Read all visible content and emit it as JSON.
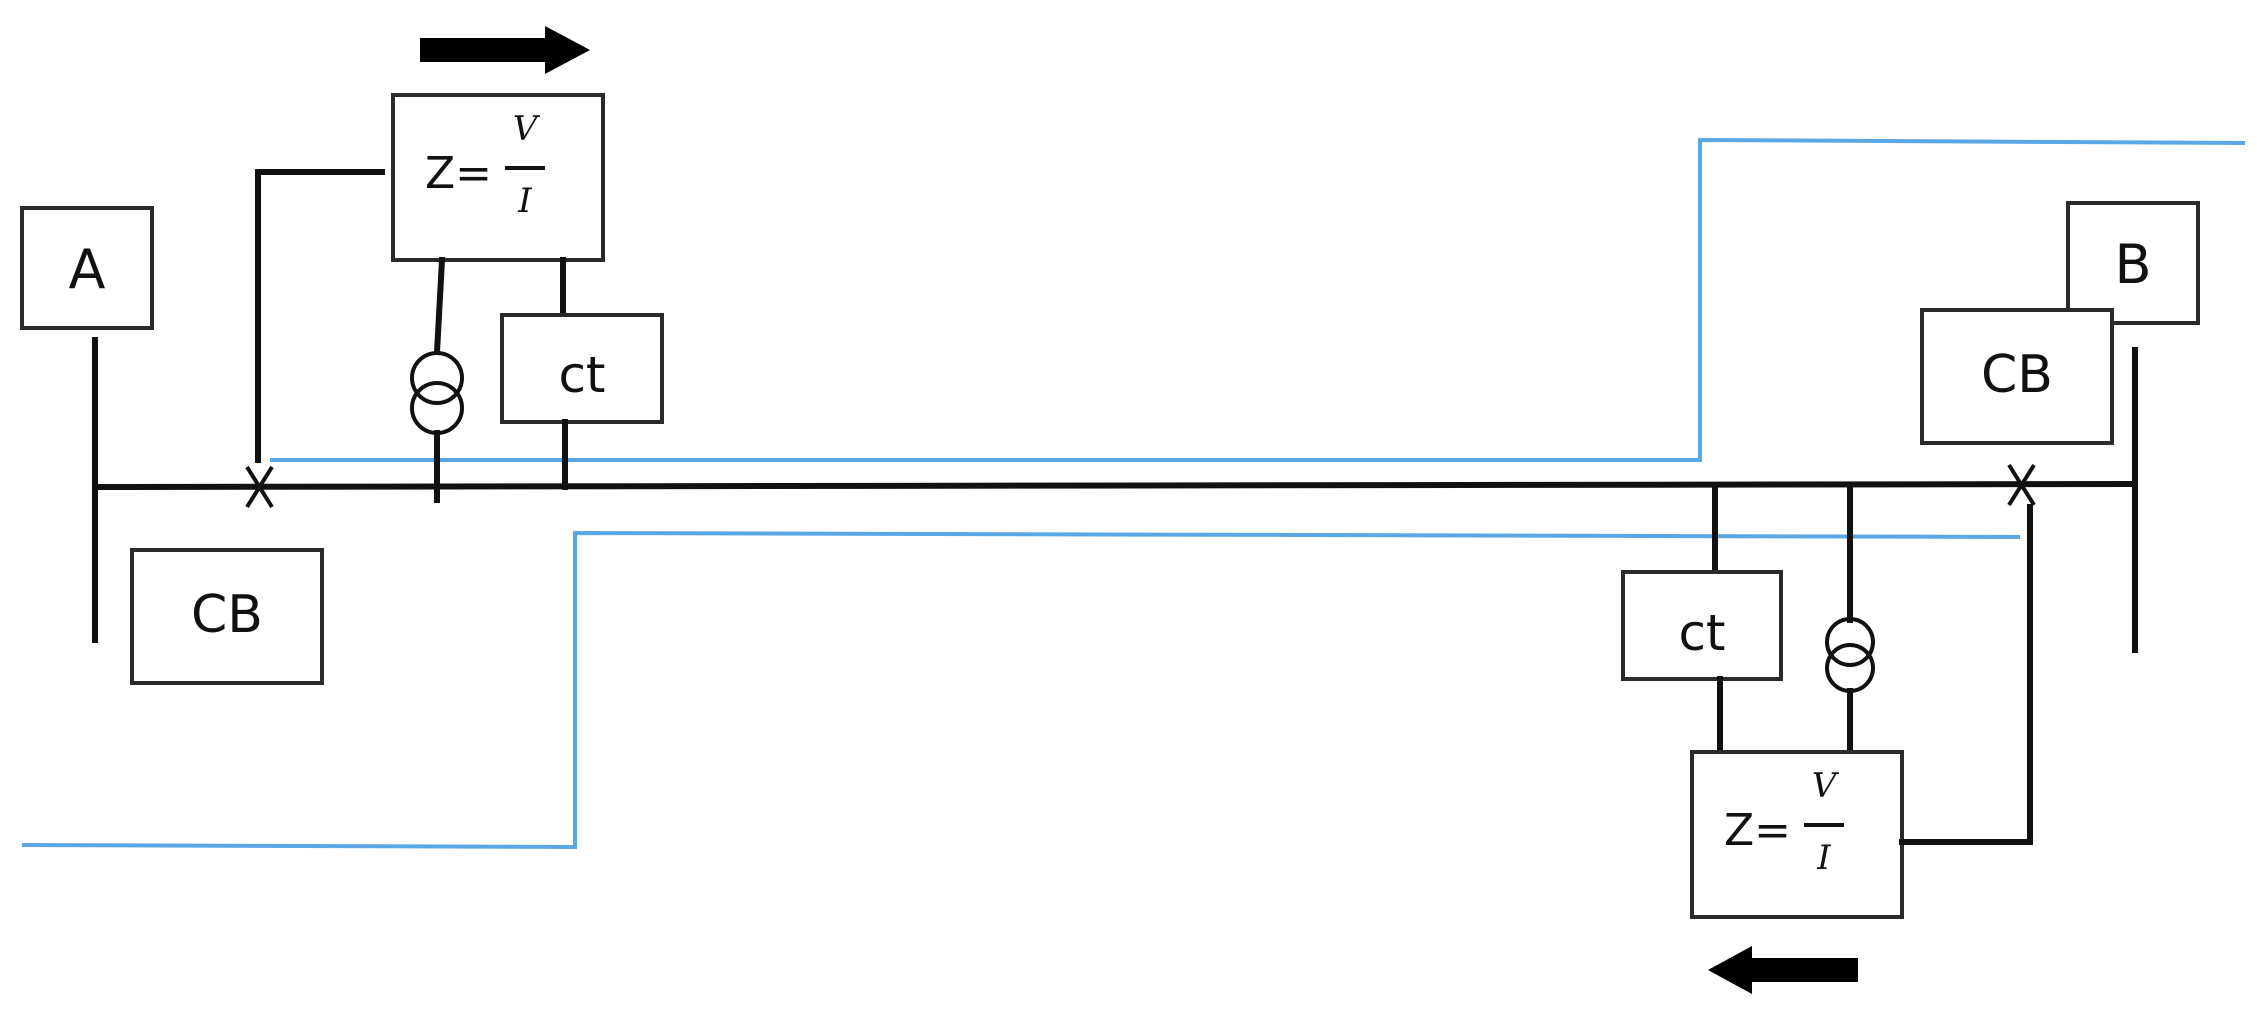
{
  "bus_a": {
    "label": "A"
  },
  "bus_b": {
    "label": "B"
  },
  "breaker_a": {
    "label": "CB"
  },
  "breaker_b": {
    "label": "CB"
  },
  "ct_a": {
    "label": "ct"
  },
  "ct_b": {
    "label": "ct"
  },
  "relay_a": {
    "lhs": "Z=",
    "numerator": "V",
    "denominator": "I"
  },
  "relay_b": {
    "lhs": "Z=",
    "numerator": "V",
    "denominator": "I"
  },
  "colors": {
    "line": "#111111",
    "zone": "#5aa7e6",
    "box_stroke": "#2b2b2b"
  }
}
